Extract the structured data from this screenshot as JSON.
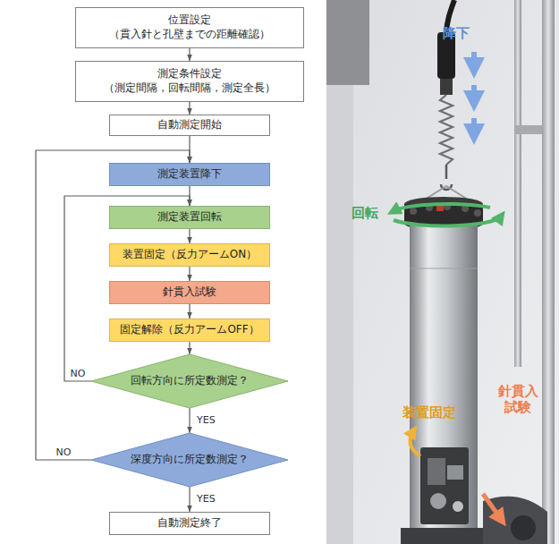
{
  "diagram": {
    "nodes": [
      {
        "text": [
          "位置設定",
          "（貫入針と孔壁までの距離確認）"
        ]
      },
      {
        "text": [
          "測定条件設定",
          "（測定間隔，回転間隔，測定全長）"
        ]
      },
      {
        "text": [
          "自動測定開始"
        ]
      },
      {
        "text": [
          "測定装置降下"
        ]
      },
      {
        "text": [
          "測定装置回転"
        ]
      },
      {
        "text": [
          "装置固定（反力アームON）"
        ]
      },
      {
        "text": [
          "針貫入試験"
        ]
      },
      {
        "text": [
          "固定解除（反力アームOFF）"
        ]
      },
      {
        "text": [
          "回転方向に所定数測定？"
        ]
      },
      {
        "text": [
          "深度方向に所定数測定？"
        ]
      },
      {
        "text": [
          "自動測定終了"
        ]
      }
    ],
    "edges": [
      {
        "from": 0,
        "to": 1,
        "arrow": "to"
      },
      {
        "from": 1,
        "to": 2,
        "arrow": "to"
      },
      {
        "from": 2,
        "to": 3,
        "arrow": "to"
      },
      {
        "from": 3,
        "to": 4,
        "arrow": "to"
      },
      {
        "from": 4,
        "to": 5,
        "arrow": "to"
      },
      {
        "from": 5,
        "to": 6,
        "arrow": "to"
      },
      {
        "from": 6,
        "to": 7,
        "arrow": "to"
      },
      {
        "from": 7,
        "to": 8,
        "arrow": "to"
      },
      {
        "from": 8,
        "to": 9,
        "label": "YES",
        "arrow": "to"
      },
      {
        "from": 8,
        "to": 4,
        "label": "NO",
        "arrow": "to"
      },
      {
        "from": 9,
        "to": 10,
        "label": "YES",
        "arrow": "to"
      },
      {
        "from": 9,
        "to": 3,
        "label": "NO",
        "arrow": "to"
      }
    ],
    "labels": [
      "降下",
      "回転",
      "装置固定",
      "針貫入 試験"
    ]
  }
}
